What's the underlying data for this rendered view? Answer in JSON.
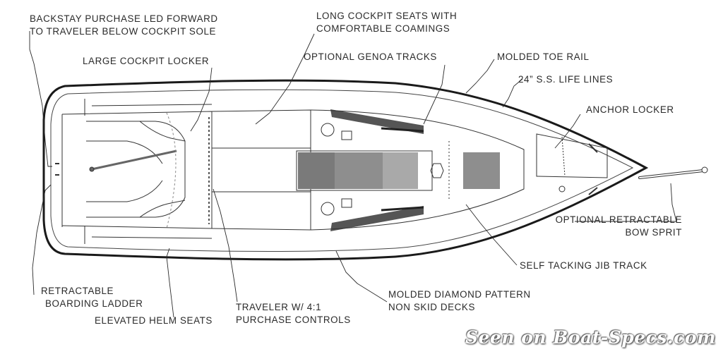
{
  "labels": {
    "backstay": [
      "BACKSTAY PURCHASE LED FORWARD",
      "TO TRAVELER BELOW COCKPIT SOLE"
    ],
    "long_seats": [
      "LONG COCKPIT SEATS WITH",
      "COMFORTABLE COAMINGS"
    ],
    "cockpit_locker": [
      "LARGE COCKPIT LOCKER"
    ],
    "genoa_tracks": [
      "OPTIONAL GENOA TRACKS"
    ],
    "toe_rail": [
      "MOLDED TOE RAIL"
    ],
    "life_lines": [
      "24” S.S. LIFE LINES"
    ],
    "anchor_locker": [
      "ANCHOR LOCKER"
    ],
    "bow_sprit": [
      "OPTIONAL RETRACTABLE",
      "BOW SPRIT"
    ],
    "jib_track": [
      "SELF TACKING JIB TRACK"
    ],
    "diamond_deck": [
      "MOLDED DIAMOND PATTERN",
      "NON SKID DECKS"
    ],
    "traveler": [
      "TRAVELER W/ 4:1",
      "PURCHASE CONTROLS"
    ],
    "boarding_ladder": [
      "RETRACTABLE",
      "BOARDING LADDER"
    ],
    "helm_seats": [
      "ELEVATED HELM SEATS"
    ]
  },
  "watermark": "Seen on Boat-Specs.com",
  "colors": {
    "line": "#1a1a1a",
    "label_text": "#2a2a2a",
    "hatch_dark": "#7a7a7a",
    "hatch_mid": "#8e8e8e",
    "hatch_light": "#a9a9a9",
    "deck_shade": "#555555"
  }
}
